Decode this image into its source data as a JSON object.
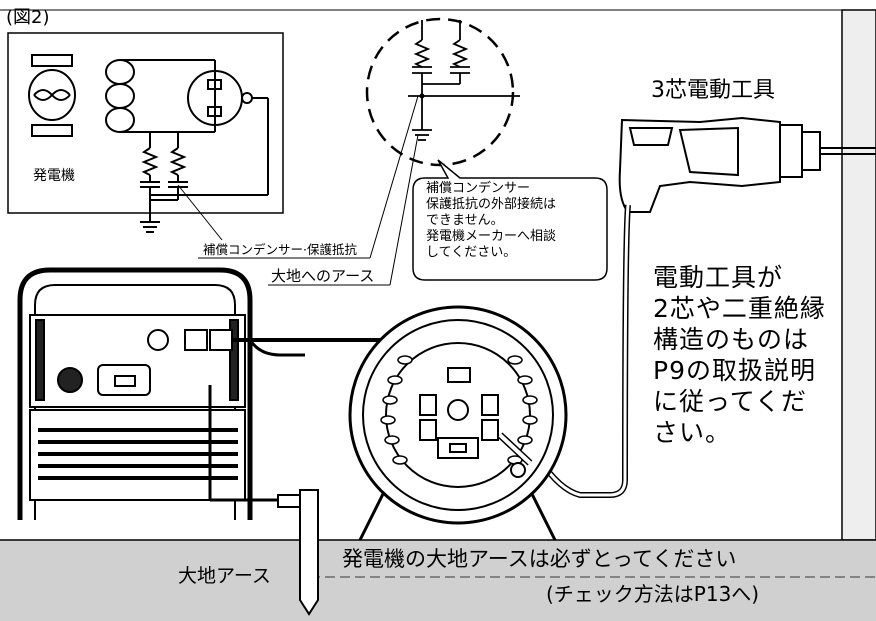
{
  "figure_label": "(図2)",
  "inset": {
    "generator_label": "発電機",
    "capacitor_resistor_label": "補償コンデンサー·保護抵抗",
    "earth_label": "大地へのアース"
  },
  "tool": {
    "title": "3芯電動工具"
  },
  "callout": {
    "lines": [
      "補償コンデンサー",
      "保護抵抗の外部接続は",
      "できません。",
      "発電機メーカーへ相談",
      "してください。"
    ]
  },
  "side_note": {
    "lines": [
      "電動工具が",
      "2芯や二重絶縁",
      "構造のものは",
      "P9の取扱説明",
      "に従ってくだ",
      "さい。"
    ]
  },
  "bottom": {
    "ground_label": "大地アース",
    "instruction": "発電機の大地アースは必ずとってください",
    "check_method": "(チェック方法はP13へ)"
  },
  "colors": {
    "wall": "#eeeeee",
    "ground": "#cfcfcf",
    "line": "#000000",
    "fill_white": "#ffffff"
  }
}
